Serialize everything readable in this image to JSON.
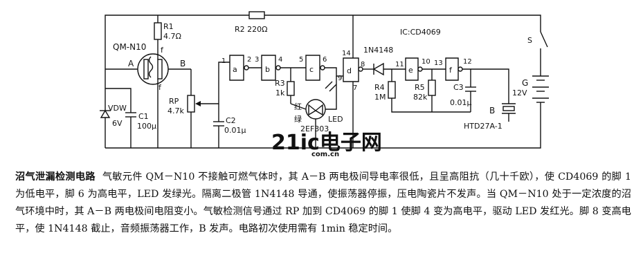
{
  "diagram": {
    "labels": {
      "r1": "R1",
      "r1_val": "4.7Ω",
      "r2": "R2 220Ω",
      "sensor": "QM-N10",
      "sensor_f_top": "f",
      "sensor_f_bot": "f",
      "node_a": "A",
      "node_b": "B",
      "rp": "RP",
      "rp_val": "4.7k",
      "vdw": "VDW",
      "vdw_val": "6V",
      "c1": "C1",
      "c1_val": "100μ",
      "c2": "C2",
      "c2_val": "0.01μ",
      "r3": "R3",
      "r3_val": "1k",
      "led_red": "红",
      "led_green": "绿",
      "led": "LED",
      "led_part": "2EF303",
      "ic": "IC:CD4069",
      "diode": "1N4148",
      "r4": "R4",
      "r4_val": "1M",
      "r5": "R5",
      "r5_val": "82k",
      "c3": "C3",
      "c3_val": "0.01μ",
      "buzzer": "B",
      "buzzer_part": "HTD27A-1",
      "switch": "S",
      "battery": "G",
      "battery_val": "12V",
      "watermark": "21ic电子网",
      "watermark_sub": "com.cn"
    },
    "gates": [
      "a",
      "b",
      "c",
      "d",
      "e",
      "f"
    ],
    "pins": [
      "1",
      "2",
      "3",
      "4",
      "5",
      "6",
      "9",
      "8",
      "7",
      "14",
      "11",
      "10",
      "13",
      "12"
    ]
  },
  "caption": {
    "title": "沼气泄漏检测电路",
    "body": "气敏元件 QM－N10 不接触可燃气体时，其 A－B 两电极间导电率很低，且呈高阻抗（几十千欧），使 CD4069 的脚 1 为低电平，脚 6 为高电平，LED 发绿光。隔离二极管 1N4148 导通，使振荡器停振，压电陶瓷片不发声。当 QM－N10 处于一定浓度的沼气环境中时，其 A－B 两电极间电阻变小。气敏检测信号通过 RP 加到 CD4069 的脚 1 使脚 4 变为高电平，驱动 LED 发红光。脚 8 变高电平，使 1N4148 截止，音频振荡器工作，B 发声。电路初次使用需有 1min 稳定时间。"
  }
}
